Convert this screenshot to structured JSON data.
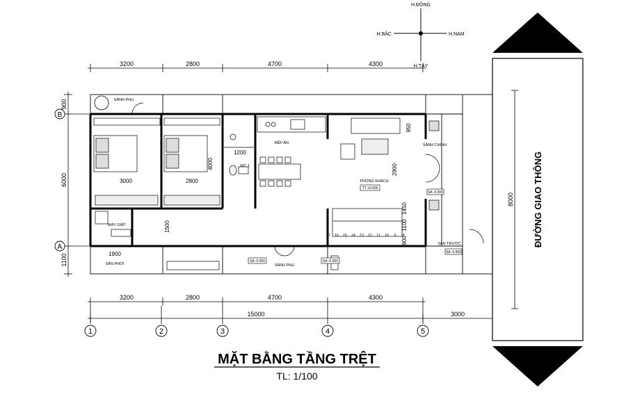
{
  "compass": {
    "north": "H.ĐÔNG",
    "west": "H.BẮC",
    "east": "H.NAM",
    "south": "H.TÂY"
  },
  "dims_top": [
    "3200",
    "2800",
    "4700",
    "4300"
  ],
  "dims_bottom": [
    "3200",
    "2800",
    "4700",
    "4300"
  ],
  "dims_total": "15000",
  "dim_road_front": "3000",
  "dims_left": [
    "900",
    "6000",
    "1100"
  ],
  "axis_rows": [
    "B",
    "A"
  ],
  "axis_cols": [
    "1",
    "2",
    "3",
    "4",
    "5"
  ],
  "road": {
    "label": "ĐƯỜNG GIAO THÔNG",
    "width": "8000"
  },
  "rooms": {
    "yard_side_top": "SÂNH PHỤ",
    "kitchen": "BẾP ĂN",
    "living": "PHÒNG KHÁCH",
    "main_hall": "SẢNH CHÍNH",
    "front_yard": "SÂN TRƯỚC",
    "wc": "WC 1",
    "washer": "MÁY GIẶT",
    "drying_yard": "SÂN PHƠI",
    "side_hall_bottom": "SẢNH PHỤ"
  },
  "inner_dims": {
    "bed1_w": "3000",
    "bed2_w": "2800",
    "wc_w": "1200",
    "bed_h": "4000",
    "living_h": "2900",
    "stair_a": "1450",
    "stair_b": "1100",
    "stair_c": "900",
    "front_top": "950",
    "laundry_w": "1900",
    "laundry_h": "1500"
  },
  "levels": {
    "living": "TT +0.000",
    "hall": "SA -0.000",
    "side": "SA -0.050",
    "yard": "SA -0.500",
    "back": "SA -0.050"
  },
  "stair_numbers": [
    "17",
    "16",
    "15",
    "14",
    "13",
    "12",
    "11",
    "10",
    "9",
    "8"
  ],
  "title": "MẶT BẰNG TẦNG TRỆT",
  "scale": "TL: 1/100"
}
